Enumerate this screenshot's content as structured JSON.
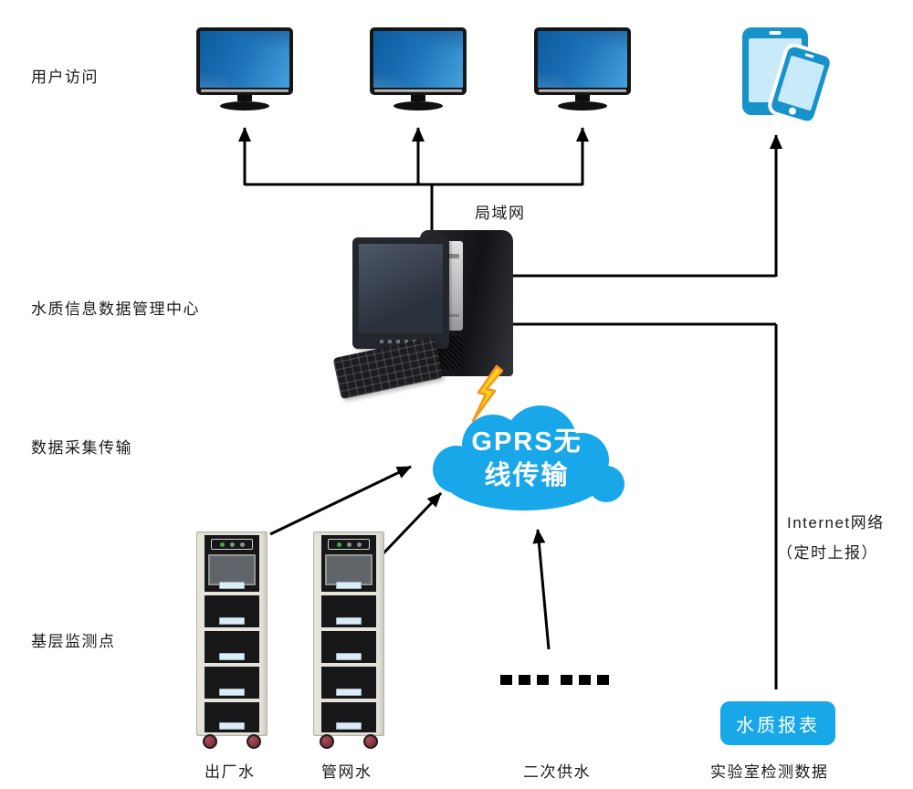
{
  "labels": {
    "user_access": "用户访问",
    "data_center": "水质信息数据管理中心",
    "data_collection": "数据采集传输",
    "base_monitoring": "基层监测点",
    "lan": "局域网",
    "factory_water": "出厂水",
    "pipe_network_water": "管网水",
    "secondary_water_supply": "二次供水",
    "lab_test_data": "实验室检测数据",
    "internet_network": "Internet网络",
    "scheduled_reporting": "（定时上报）"
  },
  "cloud": {
    "text_line1": "GPRS无",
    "text_line2": "线传输",
    "fill_color": "#18a7e8",
    "text_color": "#ffffff"
  },
  "report_button": {
    "label": "水质报表",
    "background_color": "#18a8e8",
    "text_color": "#ffffff"
  },
  "colors": {
    "background": "#ffffff",
    "connector_line": "#000000",
    "label_text": "#1a1a1a",
    "device_blue": "#1792cb",
    "device_screen_blue": "#c9eaf9",
    "monitor_screen_gradient": [
      "#0c5a9e",
      "#45a0dc"
    ],
    "cabinet_body": "#e6e4da",
    "cabinet_panel": "#17171a",
    "lightning_fill": "#ffd21c",
    "lightning_stroke": "#f7941d"
  }
}
